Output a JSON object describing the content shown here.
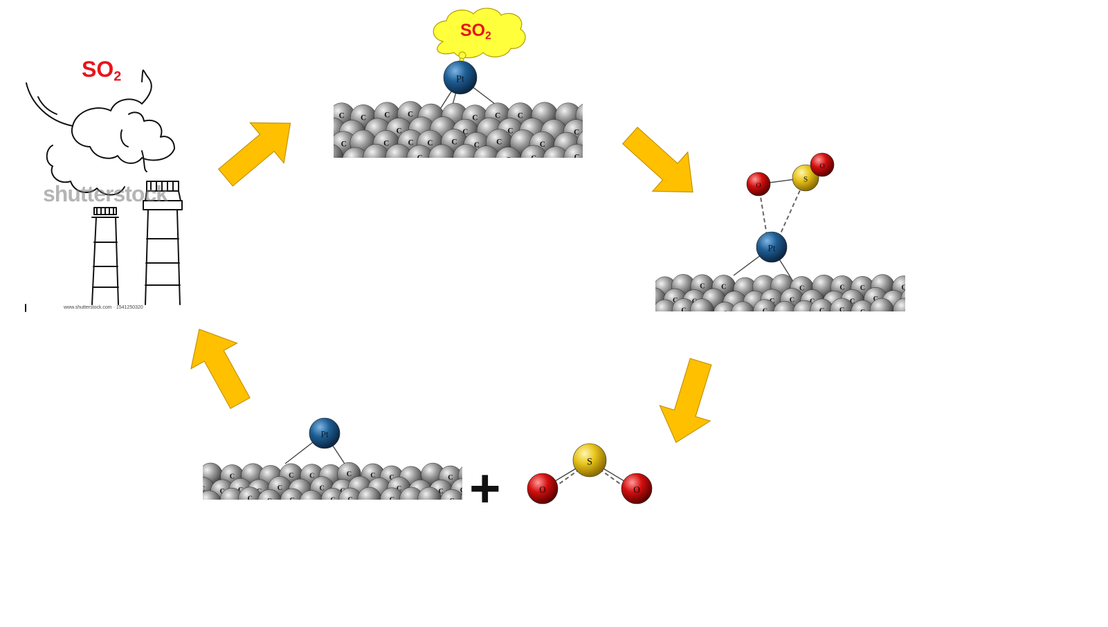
{
  "labels": {
    "so2_main_prefix": "SO",
    "so2_main_sub": "2",
    "so2_cloud_prefix": "SO",
    "so2_cloud_sub": "2",
    "watermark": "shutterstock",
    "watermark_url": "www.shutterstock.com · 1541250320",
    "plus": "+",
    "pt": "Pt",
    "c": "C",
    "s": "S",
    "o": "O"
  },
  "colors": {
    "arrow": "#ffc000",
    "arrow_stroke": "#c59200",
    "pt_atom": "#1f5f95",
    "carbon_atom": "#8c8c8c",
    "sulfur_atom": "#e8c41b",
    "oxygen_atom": "#d40f0f",
    "red_label": "#e8141c",
    "cloud_fill": "#ffff3c"
  },
  "icons": [
    "smokestack-icon",
    "cycle-arrow-icon"
  ]
}
